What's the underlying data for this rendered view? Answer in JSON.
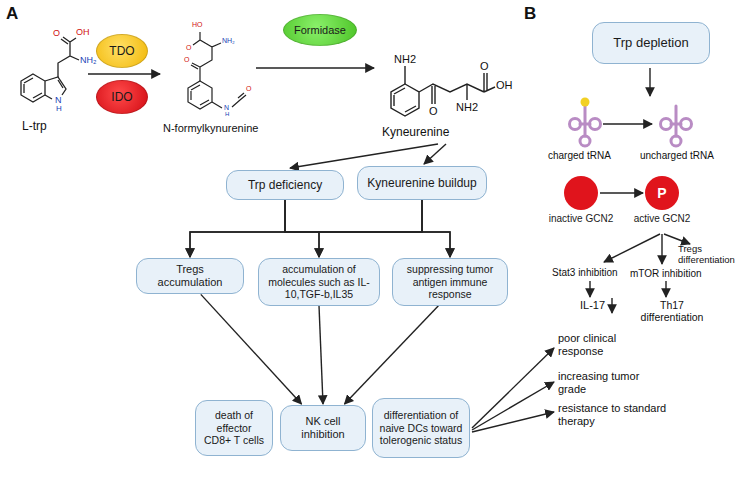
{
  "diagram": {
    "nodes": [
      {
        "text": [
          "TDO"
        ]
      },
      {
        "text": [
          "IDO"
        ]
      },
      {
        "text": [
          "Formidase"
        ]
      },
      {
        "text": [
          "Trp deficiency"
        ]
      },
      {
        "text": [
          "Kyneurenine buildup"
        ]
      },
      {
        "text": [
          "Tregs accumulation"
        ]
      },
      {
        "text": [
          "accumulation of molecules such as IL-10,TGF-b,IL35"
        ]
      },
      {
        "text": [
          "suppressing tumor antigen immune response"
        ]
      },
      {
        "text": [
          "death of effector CD8+ T cells"
        ]
      },
      {
        "text": [
          "NK cell inhibition"
        ]
      },
      {
        "text": [
          "differentiation of naive DCs toward tolerogenic status"
        ]
      },
      {
        "text": [
          "Trp depletion"
        ]
      },
      {
        "text": [
          "inactive GCN2"
        ]
      },
      {
        "text": [
          "P",
          "active GCN2"
        ]
      }
    ],
    "edges": [
      {
        "from": 3,
        "to": 5,
        "arrow": "to"
      },
      {
        "from": 3,
        "to": 6,
        "arrow": "to"
      },
      {
        "from": 3,
        "to": 7,
        "arrow": "to"
      },
      {
        "from": 4,
        "to": 5,
        "arrow": "to"
      },
      {
        "from": 4,
        "to": 6,
        "arrow": "to"
      },
      {
        "from": 4,
        "to": 7,
        "arrow": "to"
      },
      {
        "from": 5,
        "to": 9,
        "arrow": "to"
      },
      {
        "from": 6,
        "to": 9,
        "arrow": "to"
      },
      {
        "from": 7,
        "to": 9,
        "arrow": "to"
      },
      {
        "from": 12,
        "to": 13,
        "arrow": "to"
      }
    ],
    "labels": [
      "A",
      "B",
      "L-trp",
      "N-formylkynurenine",
      "Kyneurenine",
      "O",
      "OH",
      "NH₂",
      "N",
      "H",
      "HO",
      "O",
      "NH₂",
      "O",
      "N",
      "H",
      "O",
      "NH2",
      "O",
      "OH",
      "O",
      "NH2",
      "charged tRNA",
      "uncharged tRNA",
      "Stat3 inhibition",
      "mTOR inhibition",
      "Tregs differentiation",
      "IL-17",
      "Th17 differentiation",
      "poor clinical response",
      "increasing tumor grade",
      "resistance to standard therapy"
    ]
  }
}
